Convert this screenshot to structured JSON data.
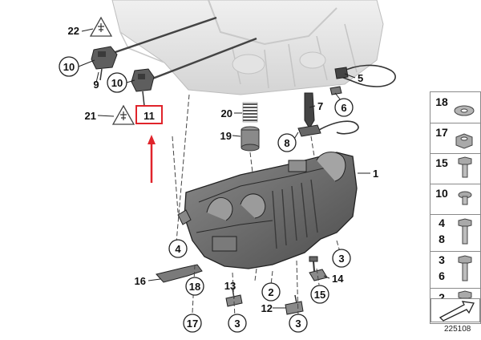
{
  "callouts": {
    "c1": "1",
    "c2a": "2",
    "c3a": "3",
    "c3b": "3",
    "c3c": "3",
    "c4": "4",
    "c5": "5",
    "c6": "6",
    "c7": "7",
    "c8": "8",
    "c9": "9",
    "c10a": "10",
    "c10b": "10",
    "c11": "11",
    "c12": "12",
    "c13": "13",
    "c14": "14",
    "c15": "15",
    "c16": "16",
    "c17": "17",
    "c18": "18",
    "c19": "19",
    "c20": "20",
    "c21": "21",
    "c22": "22"
  },
  "sidebar": {
    "items": [
      {
        "label": "18"
      },
      {
        "label": "17"
      },
      {
        "label": "15"
      },
      {
        "label": "10"
      },
      {
        "label": "4",
        "label2": "8"
      },
      {
        "label": "3",
        "label2": "6"
      },
      {
        "label": "2"
      }
    ]
  },
  "diagram_id": "225108",
  "colors": {
    "highlight": "#e0242b",
    "part": "#6f6f6f",
    "line": "#333333"
  }
}
